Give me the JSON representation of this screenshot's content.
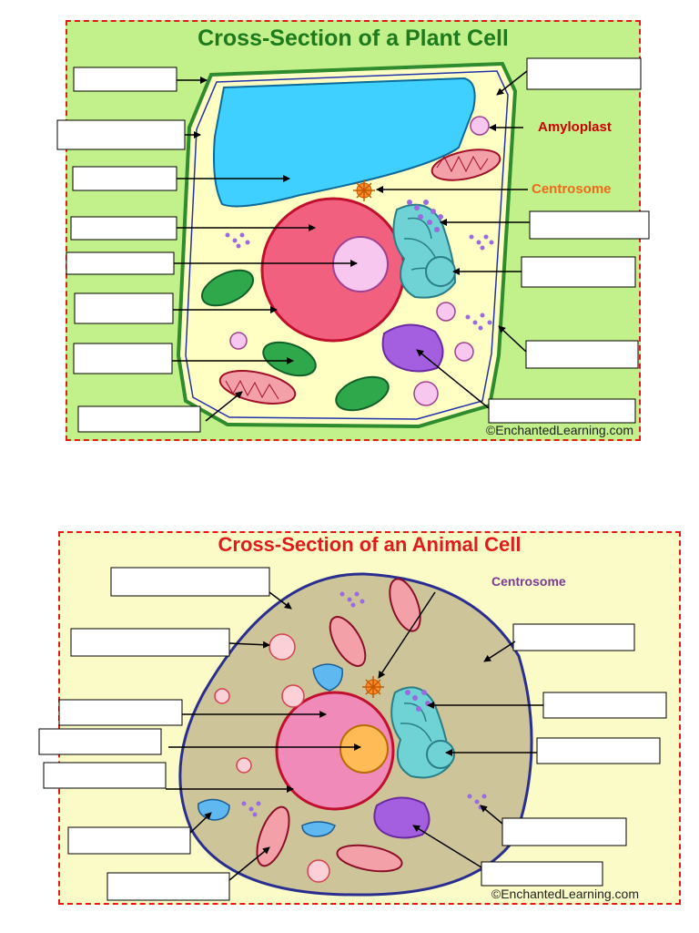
{
  "plant": {
    "title": "Cross-Section of a Plant Cell",
    "credit": "©EnchantedLearning.com",
    "labels": {
      "amyloplast": "Amyloplast",
      "centrosome": "Centrosome"
    }
  },
  "animal": {
    "title": "Cross-Section of an Animal Cell",
    "credit": "©EnchantedLearning.com",
    "labels": {
      "centrosome": "Centrosome"
    }
  },
  "colors": {
    "plant_border": "#1d7a1d",
    "animal_title": "#e01b1b",
    "amyloplast_label": "#cc0000",
    "centrosome_label_plant": "#ee6a1a",
    "centrosome_label_animal": "#7a3a96"
  }
}
